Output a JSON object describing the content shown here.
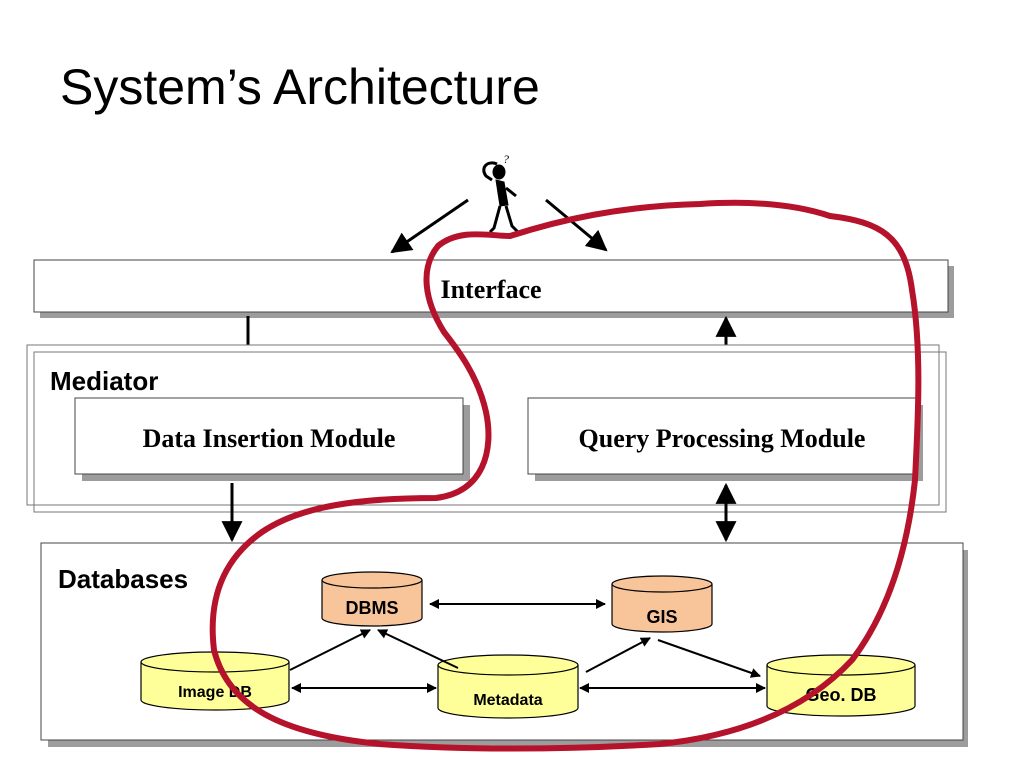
{
  "title": "System’s Architecture",
  "interface": {
    "label": "Interface"
  },
  "mediator": {
    "label": "Mediator",
    "data_insertion": "Data Insertion Module",
    "query_processing": "Query Processing Module"
  },
  "databases": {
    "label": "Databases",
    "dbms": "DBMS",
    "gis": "GIS",
    "image_db": "Image DB",
    "metadata": "Metadata",
    "geo_db": "Geo. DB"
  },
  "colors": {
    "orange_db": "#f8c49a",
    "yellow_db": "#ffff99",
    "annotation": "#b5122b",
    "shadow": "#9c9c9c"
  },
  "icons": {
    "user": "thinking-person-icon"
  }
}
